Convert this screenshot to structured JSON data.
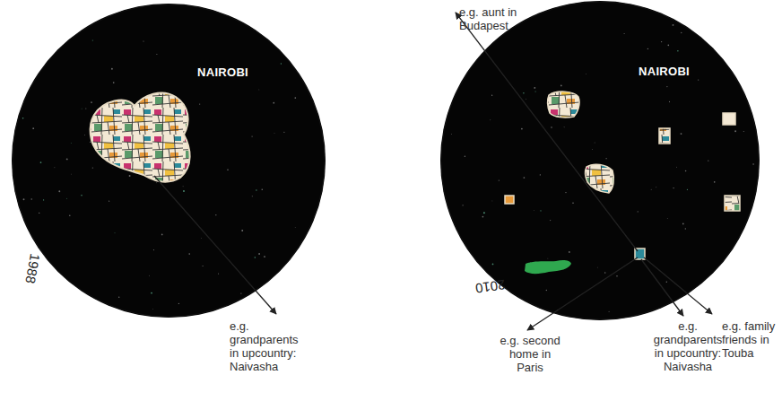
{
  "diagram": {
    "nodes": [
      {
        "text": [
          "NAIROBI"
        ]
      },
      {
        "text": [
          "NAIROBI"
        ]
      }
    ],
    "labels": [
      "1988",
      "e.g. grandparents in upcountry: Naivasha",
      "2010",
      "e.g. aunt in Budapest",
      "e.g. second home in Paris",
      "e.g. grandparents in upcountry: Naivasha",
      "e.g. family friends in Touba"
    ]
  }
}
